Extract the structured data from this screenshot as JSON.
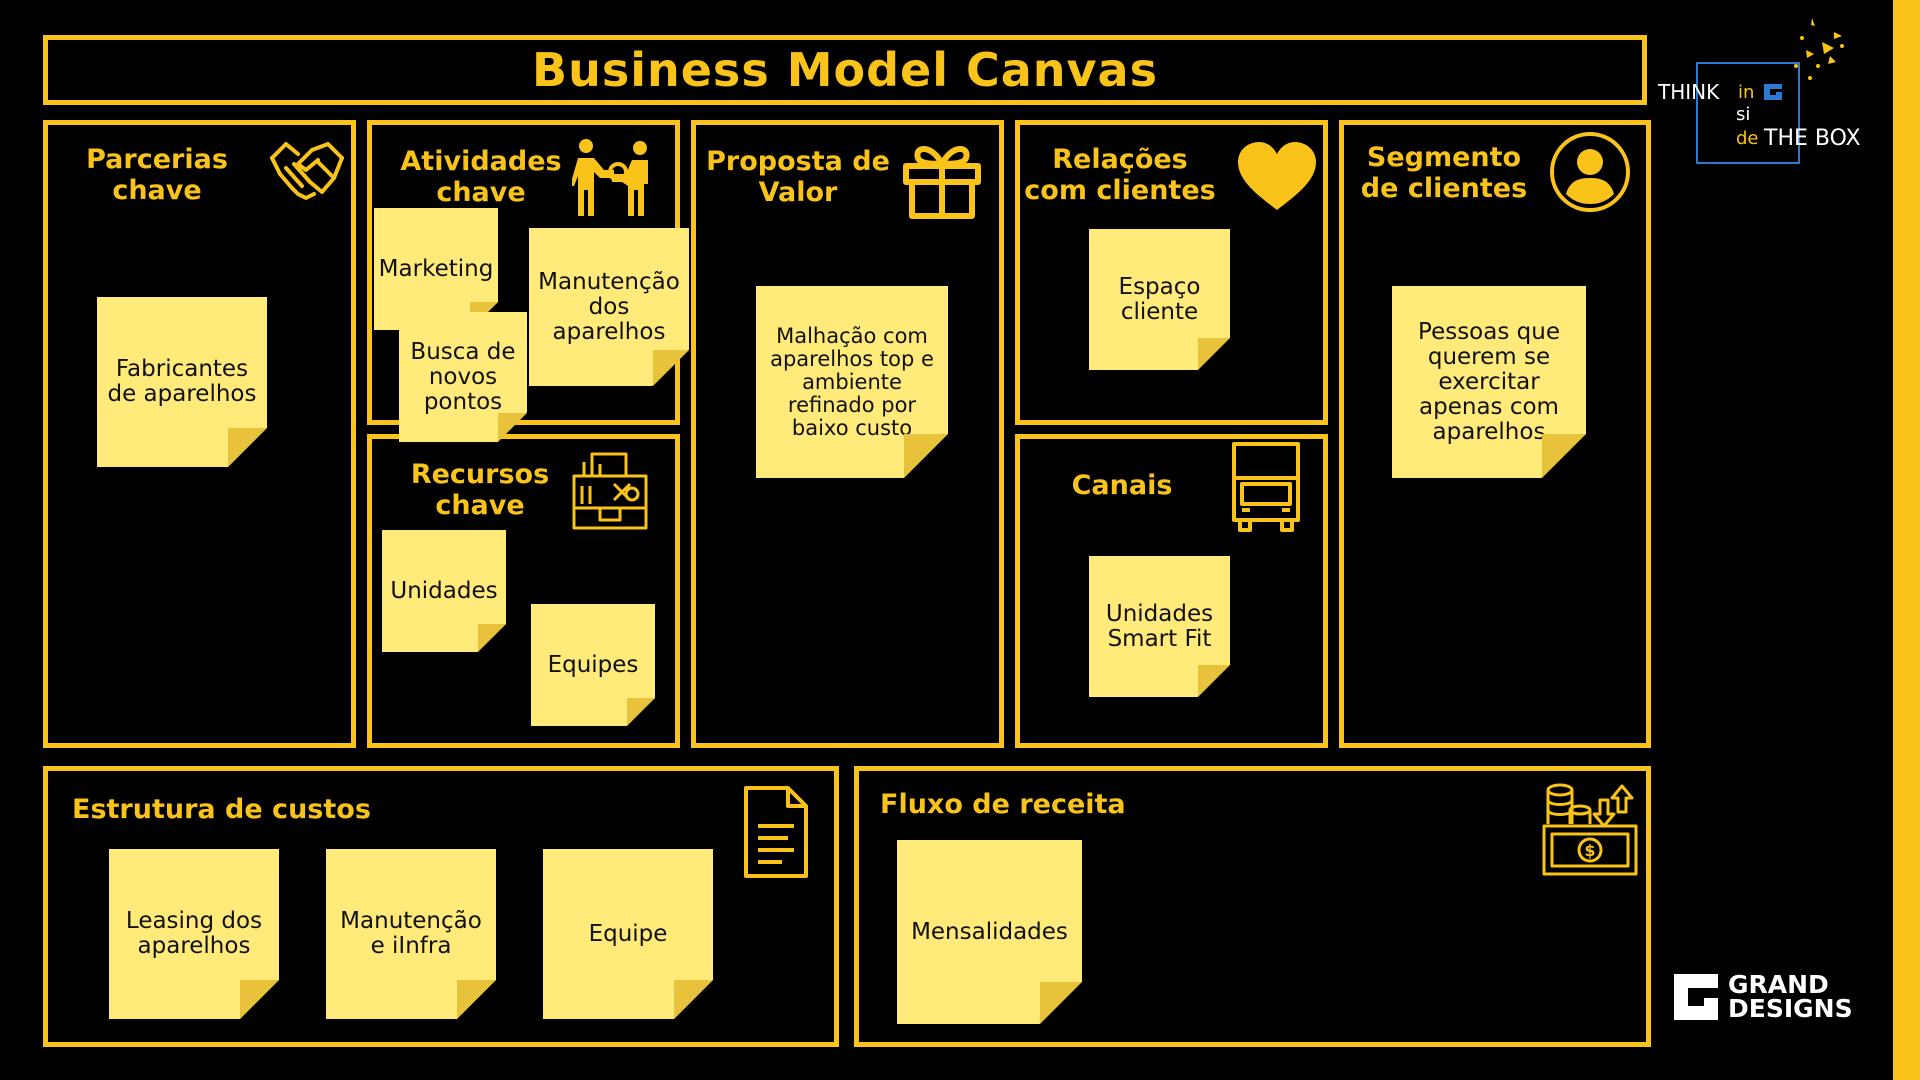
{
  "title": "Business Model Canvas",
  "sections": {
    "parcerias": "Parcerias chave",
    "atividades": "Atividades chave",
    "recursos": "Recursos chave",
    "proposta": "Proposta de Valor",
    "relacoes": "Relações com clientes",
    "canais": "Canais",
    "segmento": "Segmento de clientes",
    "custos": "Estrutura de custos",
    "receita": "Fluxo de receita"
  },
  "notes": {
    "fabricantes": "Fabricantes de aparelhos",
    "marketing": "Marketing",
    "manutencao_aparelhos": "Manutenção dos aparelhos",
    "busca": "Busca de novos pontos",
    "unidades": "Unidades",
    "equipes": "Equipes",
    "malhacao": "Malhação com aparelhos top e ambiente refinado por baixo custo",
    "espaco": "Espaço cliente",
    "smartfit": "Unidades Smart Fit",
    "pessoas": "Pessoas que querem se exercitar apenas com aparelhos",
    "leasing": "Leasing dos aparelhos",
    "manutencao_infra": "Manutenção e iInfra",
    "equipe": "Equipe",
    "mensalidades": "Mensalidades"
  },
  "brand": {
    "think": "THINK",
    "in": "in",
    "si": "si",
    "de": "de",
    "thebox": "THE BOX",
    "grand": "GRAND",
    "designs": "DESIGNS"
  },
  "colors": {
    "accent": "#F9C31A",
    "note": "#FFEA7A",
    "background": "#000000"
  },
  "icons": [
    "handshake-icon",
    "workers-icon",
    "gift-icon",
    "heart-icon",
    "user-circle-icon",
    "toolbox-icon",
    "truck-icon",
    "document-icon",
    "money-icon"
  ]
}
